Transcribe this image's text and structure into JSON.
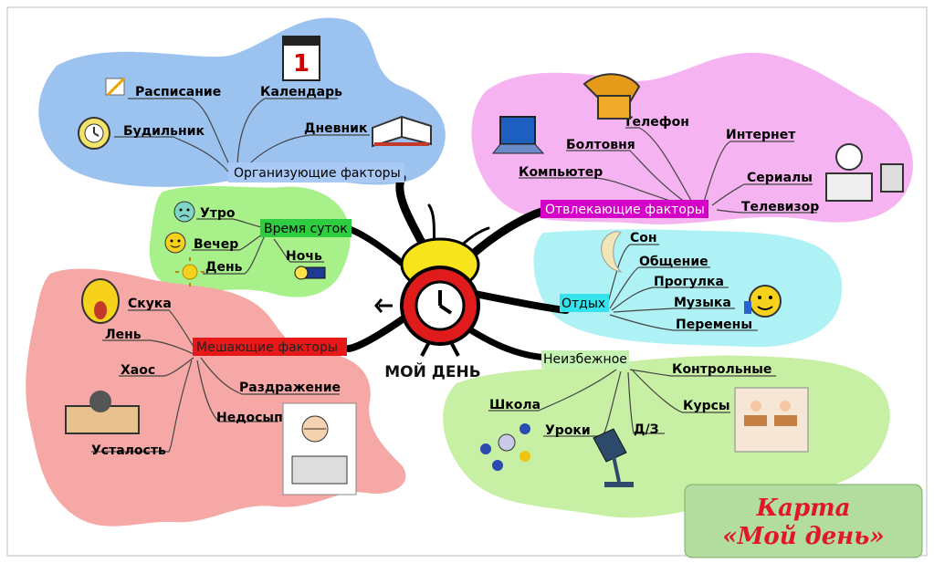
{
  "center": {
    "title": "МОЙ ДЕНЬ"
  },
  "card": {
    "line1": "Карта",
    "line2": "«Мой день»"
  },
  "branches": {
    "organizing": {
      "label": "Организующие факторы",
      "color": "#9cc3f0",
      "tag_color": "#a8c8f5",
      "items": [
        "Расписание",
        "Календарь",
        "Будильник",
        "Дневник"
      ]
    },
    "distracting": {
      "label": "Отвлекающие факторы",
      "color": "#f6b3f2",
      "tag_color": "#d400c8",
      "items": [
        "Телефон",
        "Болтовня",
        "Интернет",
        "Компьютер",
        "Сериалы",
        "Телевизор"
      ]
    },
    "time": {
      "label": "Время суток",
      "color": "#a8f08a",
      "tag_color": "#2ecc40",
      "items": [
        "Утро",
        "Вечер",
        "День",
        "Ночь"
      ]
    },
    "rest": {
      "label": "Отдых",
      "color": "#aef2f5",
      "tag_color": "#34e3eb",
      "items": [
        "Сон",
        "Общение",
        "Прогулка",
        "Музыка",
        "Перемены"
      ]
    },
    "hindering": {
      "label": "Мешающие факторы",
      "color": "#f5a8a6",
      "tag_color": "#e81818",
      "items": [
        "Скука",
        "Лень",
        "Хаос",
        "Раздражение",
        "Недосып",
        "Усталость"
      ]
    },
    "inevitable": {
      "label": "Неизбежное",
      "color": "#c8f0a4",
      "tag_color": "#c4f2b0",
      "items": [
        "Контрольные",
        "Школа",
        "Курсы",
        "Уроки",
        "Д/З"
      ]
    }
  }
}
